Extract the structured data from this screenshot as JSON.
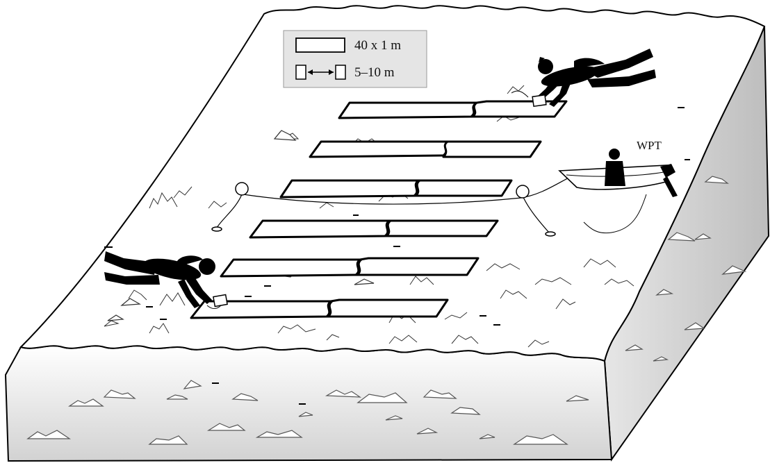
{
  "legend": {
    "transect_size": "40 x 1 m",
    "transect_spacing": "5–10 m"
  },
  "labels": {
    "boat": "WPT"
  },
  "transects": {
    "count": 6
  }
}
